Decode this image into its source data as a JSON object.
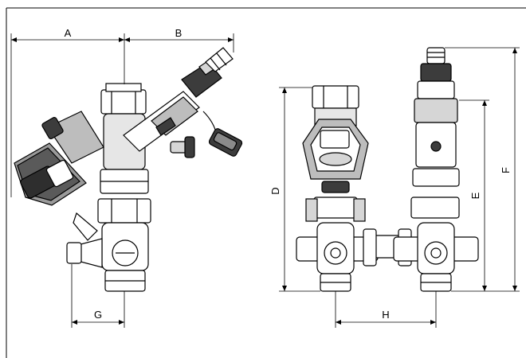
{
  "dimensions": {
    "A": "A",
    "B": "B",
    "D": "D",
    "E": "E",
    "F": "F",
    "G": "G",
    "H": "H"
  },
  "colors": {
    "line": "#000000",
    "grey_body": "#9a9a9a",
    "light_grey": "#d6d6d6",
    "dark_grey": "#3c3c3c",
    "white": "#ffffff"
  }
}
